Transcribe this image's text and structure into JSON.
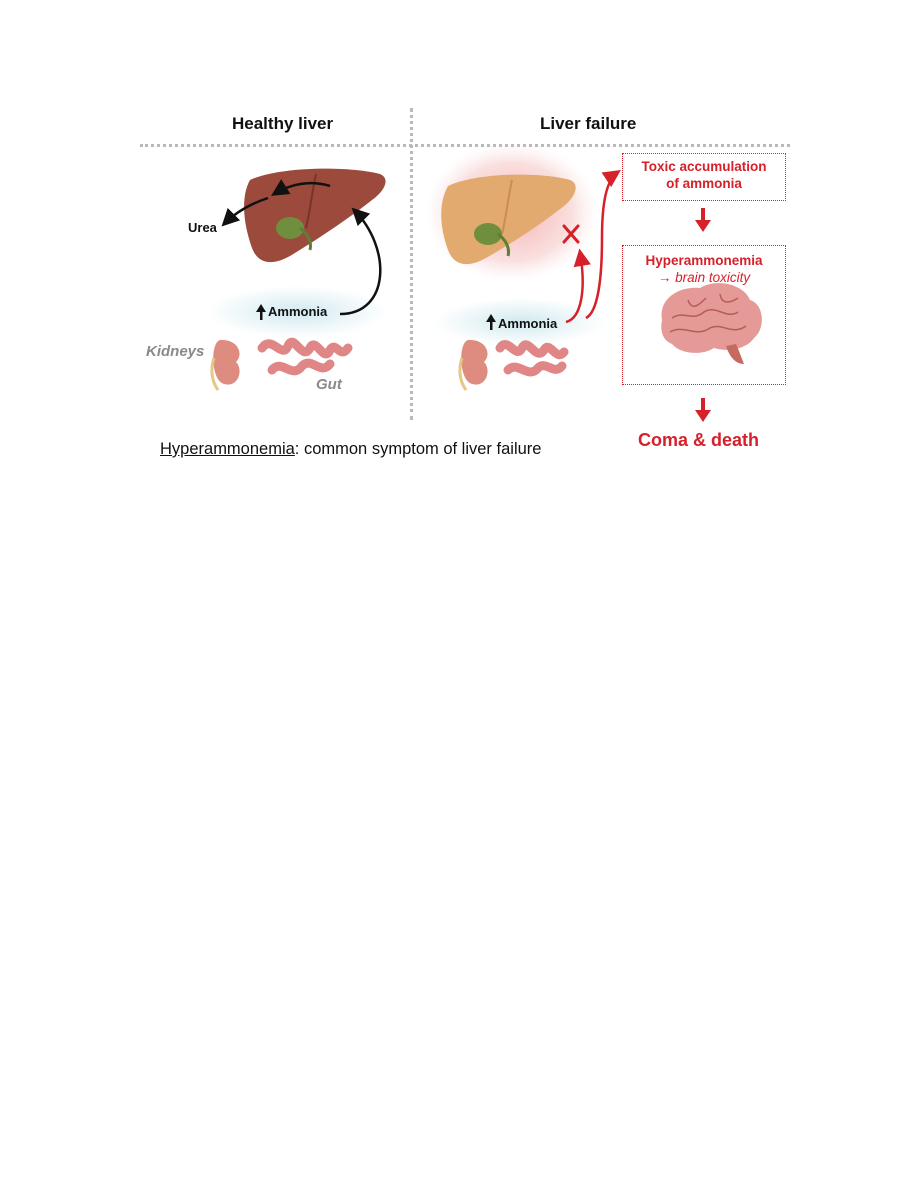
{
  "headers": {
    "healthy": "Healthy liver",
    "failure": "Liver failure"
  },
  "healthy_panel": {
    "urea_label": "Urea",
    "ammonia_label": "Ammonia",
    "kidneys_label": "Kidneys",
    "gut_label": "Gut"
  },
  "failure_panel": {
    "ammonia_label": "Ammonia",
    "box1_line1": "Toxic accumulation",
    "box1_line2": "of ammonia",
    "box2_title": "Hyperammonemia",
    "box2_sub": "→ brain toxicity",
    "outcome": "Coma & death"
  },
  "caption": {
    "term": "Hyperammonemia",
    "rest": ": common symptom of liver failure"
  },
  "colors": {
    "healthy_liver": "#9c4a3c",
    "failing_liver": "#e2aa6e",
    "red_accent": "#d6202a",
    "glow": "#cfe8ee",
    "organ_pink": "#e08686"
  }
}
